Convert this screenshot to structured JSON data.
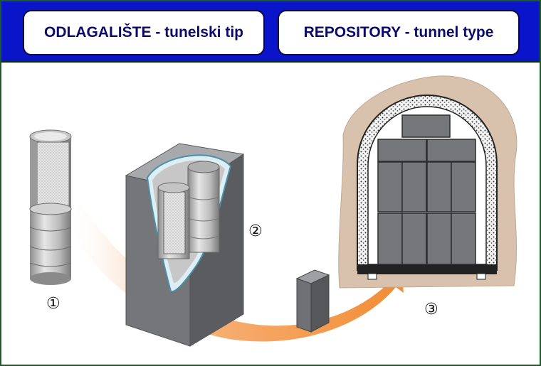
{
  "header": {
    "title_hr": "ODLAGALIŠTE - tunelski tip",
    "title_en": "REPOSITORY - tunnel type"
  },
  "labels": {
    "step1": "①",
    "step2": "②",
    "step3": "③"
  },
  "colors": {
    "banner": "#0a14c8",
    "border": "#1f5a2a",
    "rock": "#d8c2ae",
    "arrow": "#f28c34",
    "metal": "#bdbdbd",
    "concrete": "#8c8e92"
  }
}
